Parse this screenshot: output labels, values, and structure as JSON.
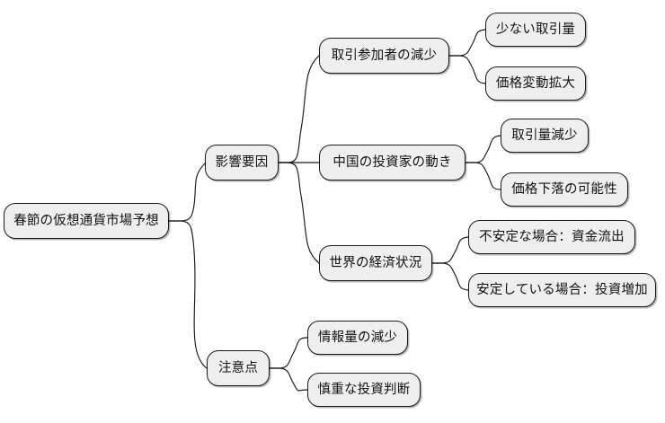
{
  "diagram": {
    "type": "mindmap",
    "title": "春節の仮想通貨市場予想",
    "orientation": "left-to-right",
    "background_color": "#ffffff",
    "node_fill_color": "#efefef",
    "node_border_color": "#1a1a1a",
    "edge_color": "#1a1a1a",
    "text_color": "#111111"
  },
  "nodes": {
    "root": {
      "label": "春節の仮想通貨市場予想",
      "level": 0
    },
    "branch1": {
      "label": "影響要因",
      "level": 1
    },
    "branch2": {
      "label": "注意点",
      "level": 1
    },
    "b1c1": {
      "label": "取引参加者の減少",
      "level": 2
    },
    "b1c2": {
      "label": "中国の投資家の動き",
      "level": 2
    },
    "b1c3": {
      "label": "世界の経済状況",
      "level": 2
    },
    "b1c1l1": {
      "label": "少ない取引量",
      "level": 3
    },
    "b1c1l2": {
      "label": "価格変動拡大",
      "level": 3
    },
    "b1c2l1": {
      "label": "取引量減少",
      "level": 3
    },
    "b1c2l2": {
      "label": "価格下落の可能性",
      "level": 3
    },
    "b1c3l1": {
      "label": "不安定な場合：資金流出",
      "level": 3
    },
    "b1c3l2": {
      "label": "安定している場合：投資増加",
      "level": 3
    },
    "b2c1": {
      "label": "情報量の減少",
      "level": 2
    },
    "b2c2": {
      "label": "慎重な投資判断",
      "level": 2
    }
  },
  "edges": [
    {
      "from": "root",
      "to": "branch1"
    },
    {
      "from": "root",
      "to": "branch2"
    },
    {
      "from": "branch1",
      "to": "b1c1"
    },
    {
      "from": "branch1",
      "to": "b1c2"
    },
    {
      "from": "branch1",
      "to": "b1c3"
    },
    {
      "from": "b1c1",
      "to": "b1c1l1"
    },
    {
      "from": "b1c1",
      "to": "b1c1l2"
    },
    {
      "from": "b1c2",
      "to": "b1c2l1"
    },
    {
      "from": "b1c2",
      "to": "b1c2l2"
    },
    {
      "from": "b1c3",
      "to": "b1c3l1"
    },
    {
      "from": "b1c3",
      "to": "b1c3l2"
    },
    {
      "from": "branch2",
      "to": "b2c1"
    },
    {
      "from": "branch2",
      "to": "b2c2"
    }
  ]
}
